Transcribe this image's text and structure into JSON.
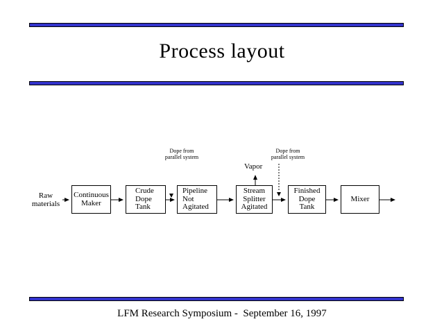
{
  "slide": {
    "title": "Process layout",
    "footer": "LFM Research Symposium -  September 16, 1997",
    "accent_color": "#3333CC"
  },
  "diagram": {
    "source": "Raw\nmaterials",
    "boxes": [
      {
        "label": "Continuous\nMaker"
      },
      {
        "label": "Crude\nDope\nTank"
      },
      {
        "label": "Pipeline\nNot\nAgitated"
      },
      {
        "label": "Stream\nSplitter\nAgitated"
      },
      {
        "label": "Finished\nDope\nTank"
      },
      {
        "label": "Mixer"
      }
    ],
    "vapor_label": "Vapor",
    "parallel_feed_1": "Dope from\nparallel system",
    "parallel_feed_2": "Dope from\nparallel system"
  }
}
